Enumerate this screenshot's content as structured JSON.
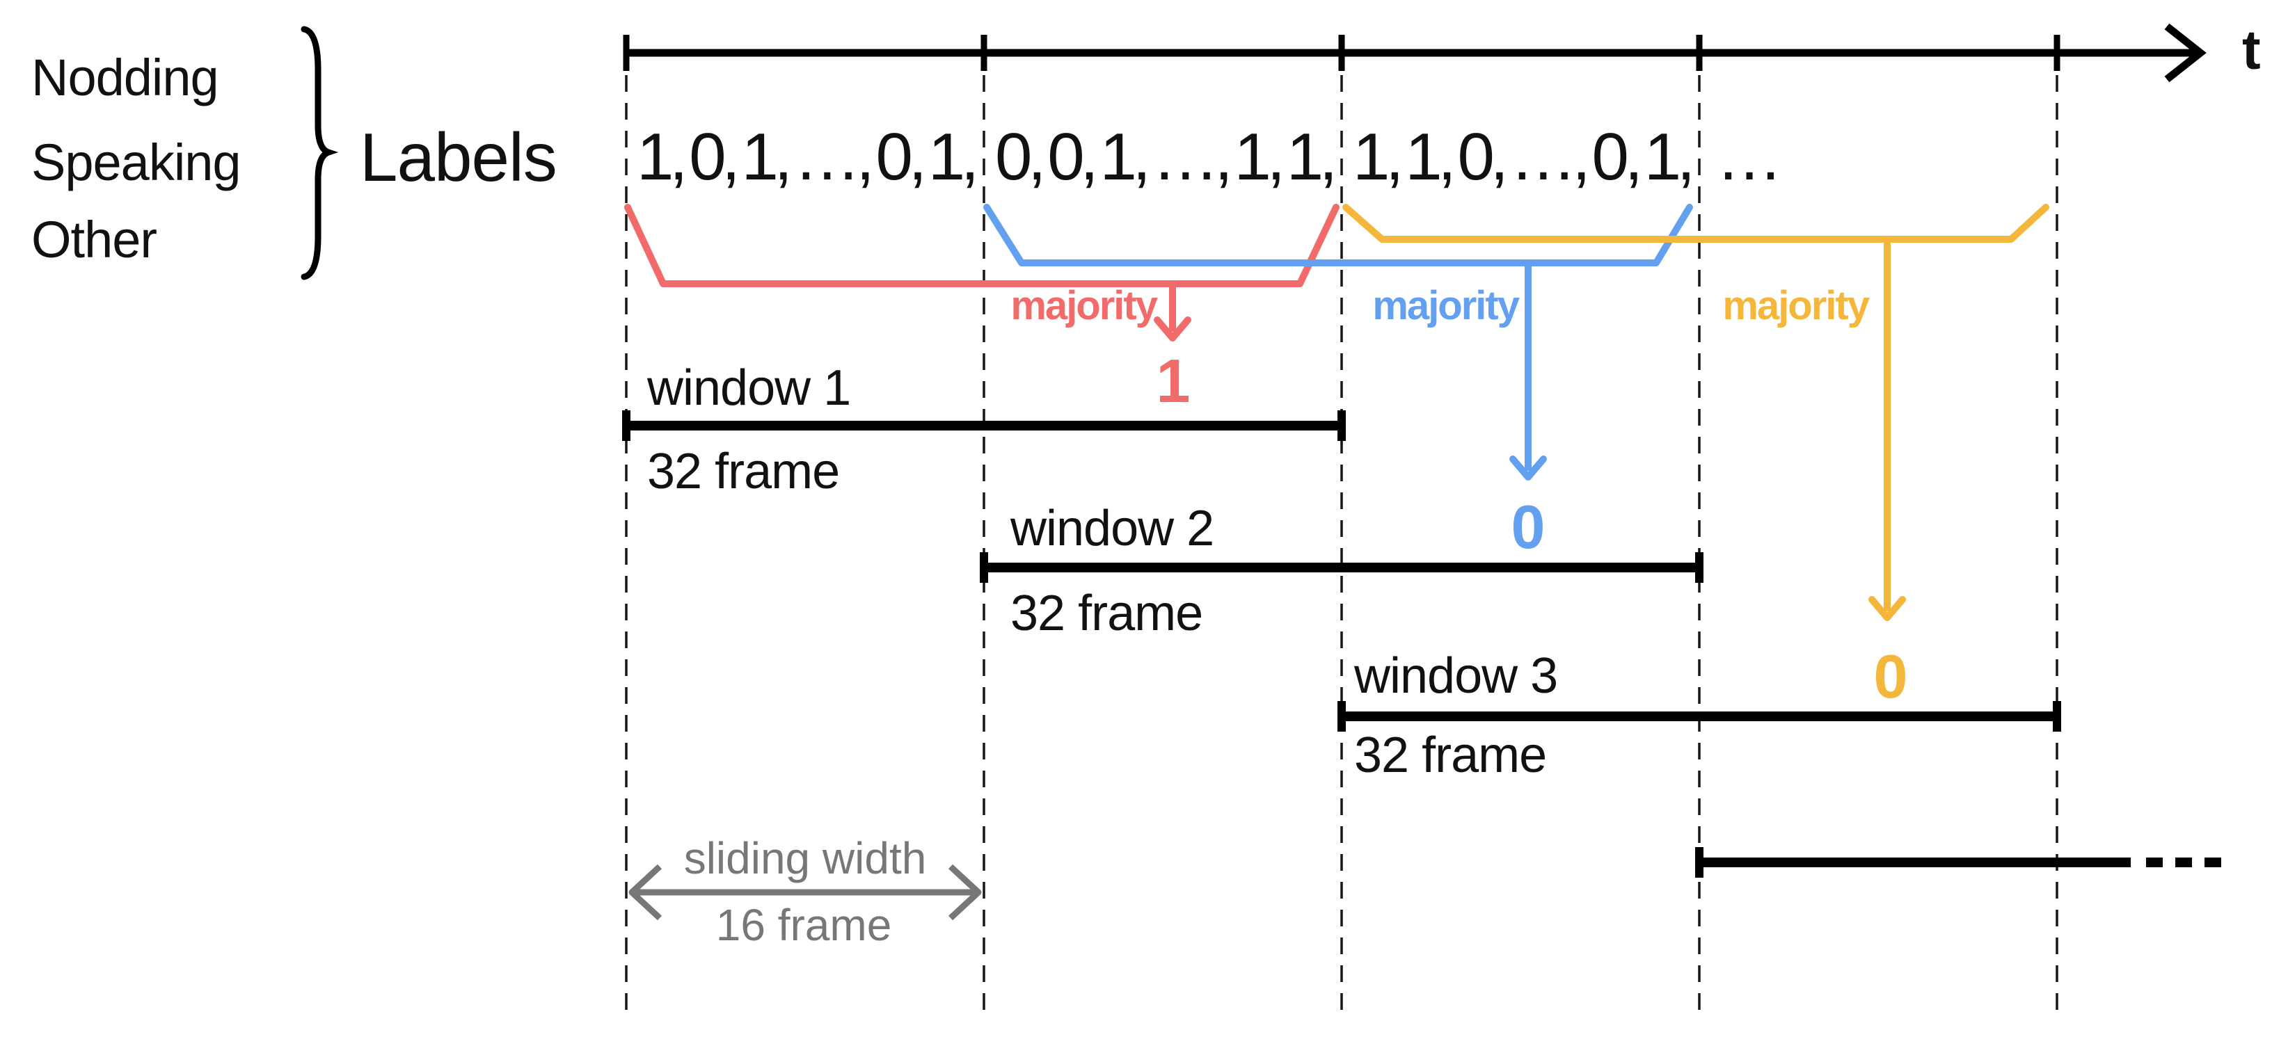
{
  "palette": {
    "red": "#F26B6B",
    "blue": "#64A0F0",
    "orange": "#F5B63C",
    "gray": "#777777",
    "black": "#000000"
  },
  "class_list": {
    "items": [
      {
        "label": "Nodding"
      },
      {
        "label": "Speaking"
      },
      {
        "label": "Other"
      }
    ],
    "title": "Labels"
  },
  "timeline": {
    "axis_label": "t"
  },
  "sequence": {
    "segments": [
      "1, 0, 1, …, 0, 1,",
      "0, 0, 1, …, 1, 1,",
      "1, 1, 0, …, 0, 1,",
      "…"
    ]
  },
  "aggregations": [
    {
      "label": "majority",
      "value": "1",
      "color": "red"
    },
    {
      "label": "majority",
      "value": "0",
      "color": "blue"
    },
    {
      "label": "majority",
      "value": "0",
      "color": "orange"
    }
  ],
  "windows": [
    {
      "name": "window 1",
      "size": "32 frame"
    },
    {
      "name": "window 2",
      "size": "32 frame"
    },
    {
      "name": "window 3",
      "size": "32 frame"
    }
  ],
  "sliding": {
    "label": "sliding width",
    "size": "16 frame"
  }
}
